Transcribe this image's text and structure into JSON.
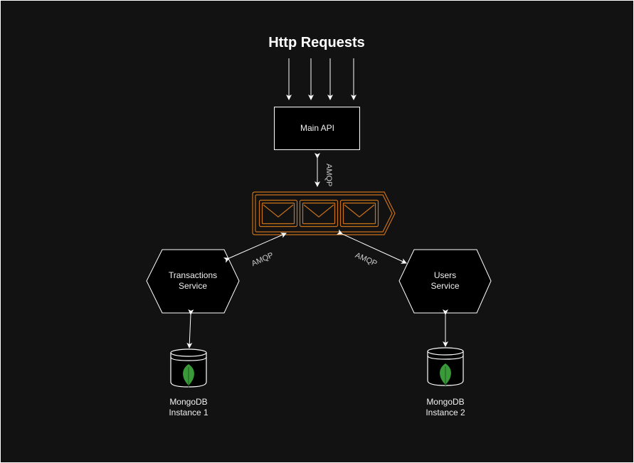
{
  "title": "Http Requests",
  "nodes": {
    "main_api": "Main API",
    "transactions_service": [
      "Transactions",
      "Service"
    ],
    "users_service": [
      "Users",
      "Service"
    ],
    "mongodb_1": [
      "MongoDB",
      "Instance 1"
    ],
    "mongodb_2": [
      "MongoDB",
      "Instance 2"
    ]
  },
  "edges": {
    "main_to_queue": "AMQP",
    "transactions_to_queue": "AMQP",
    "users_to_queue": "AMQP"
  },
  "colors": {
    "background": "#121212",
    "node_fill": "#000000",
    "node_stroke": "#ffffff",
    "queue_stroke": "#c8701a",
    "mongo_leaf": "#3a9a3a",
    "arrow": "#ffffff"
  },
  "icons": {
    "queue": "message-queue-icon",
    "message": "envelope-icon",
    "database": "mongodb-database-icon"
  }
}
